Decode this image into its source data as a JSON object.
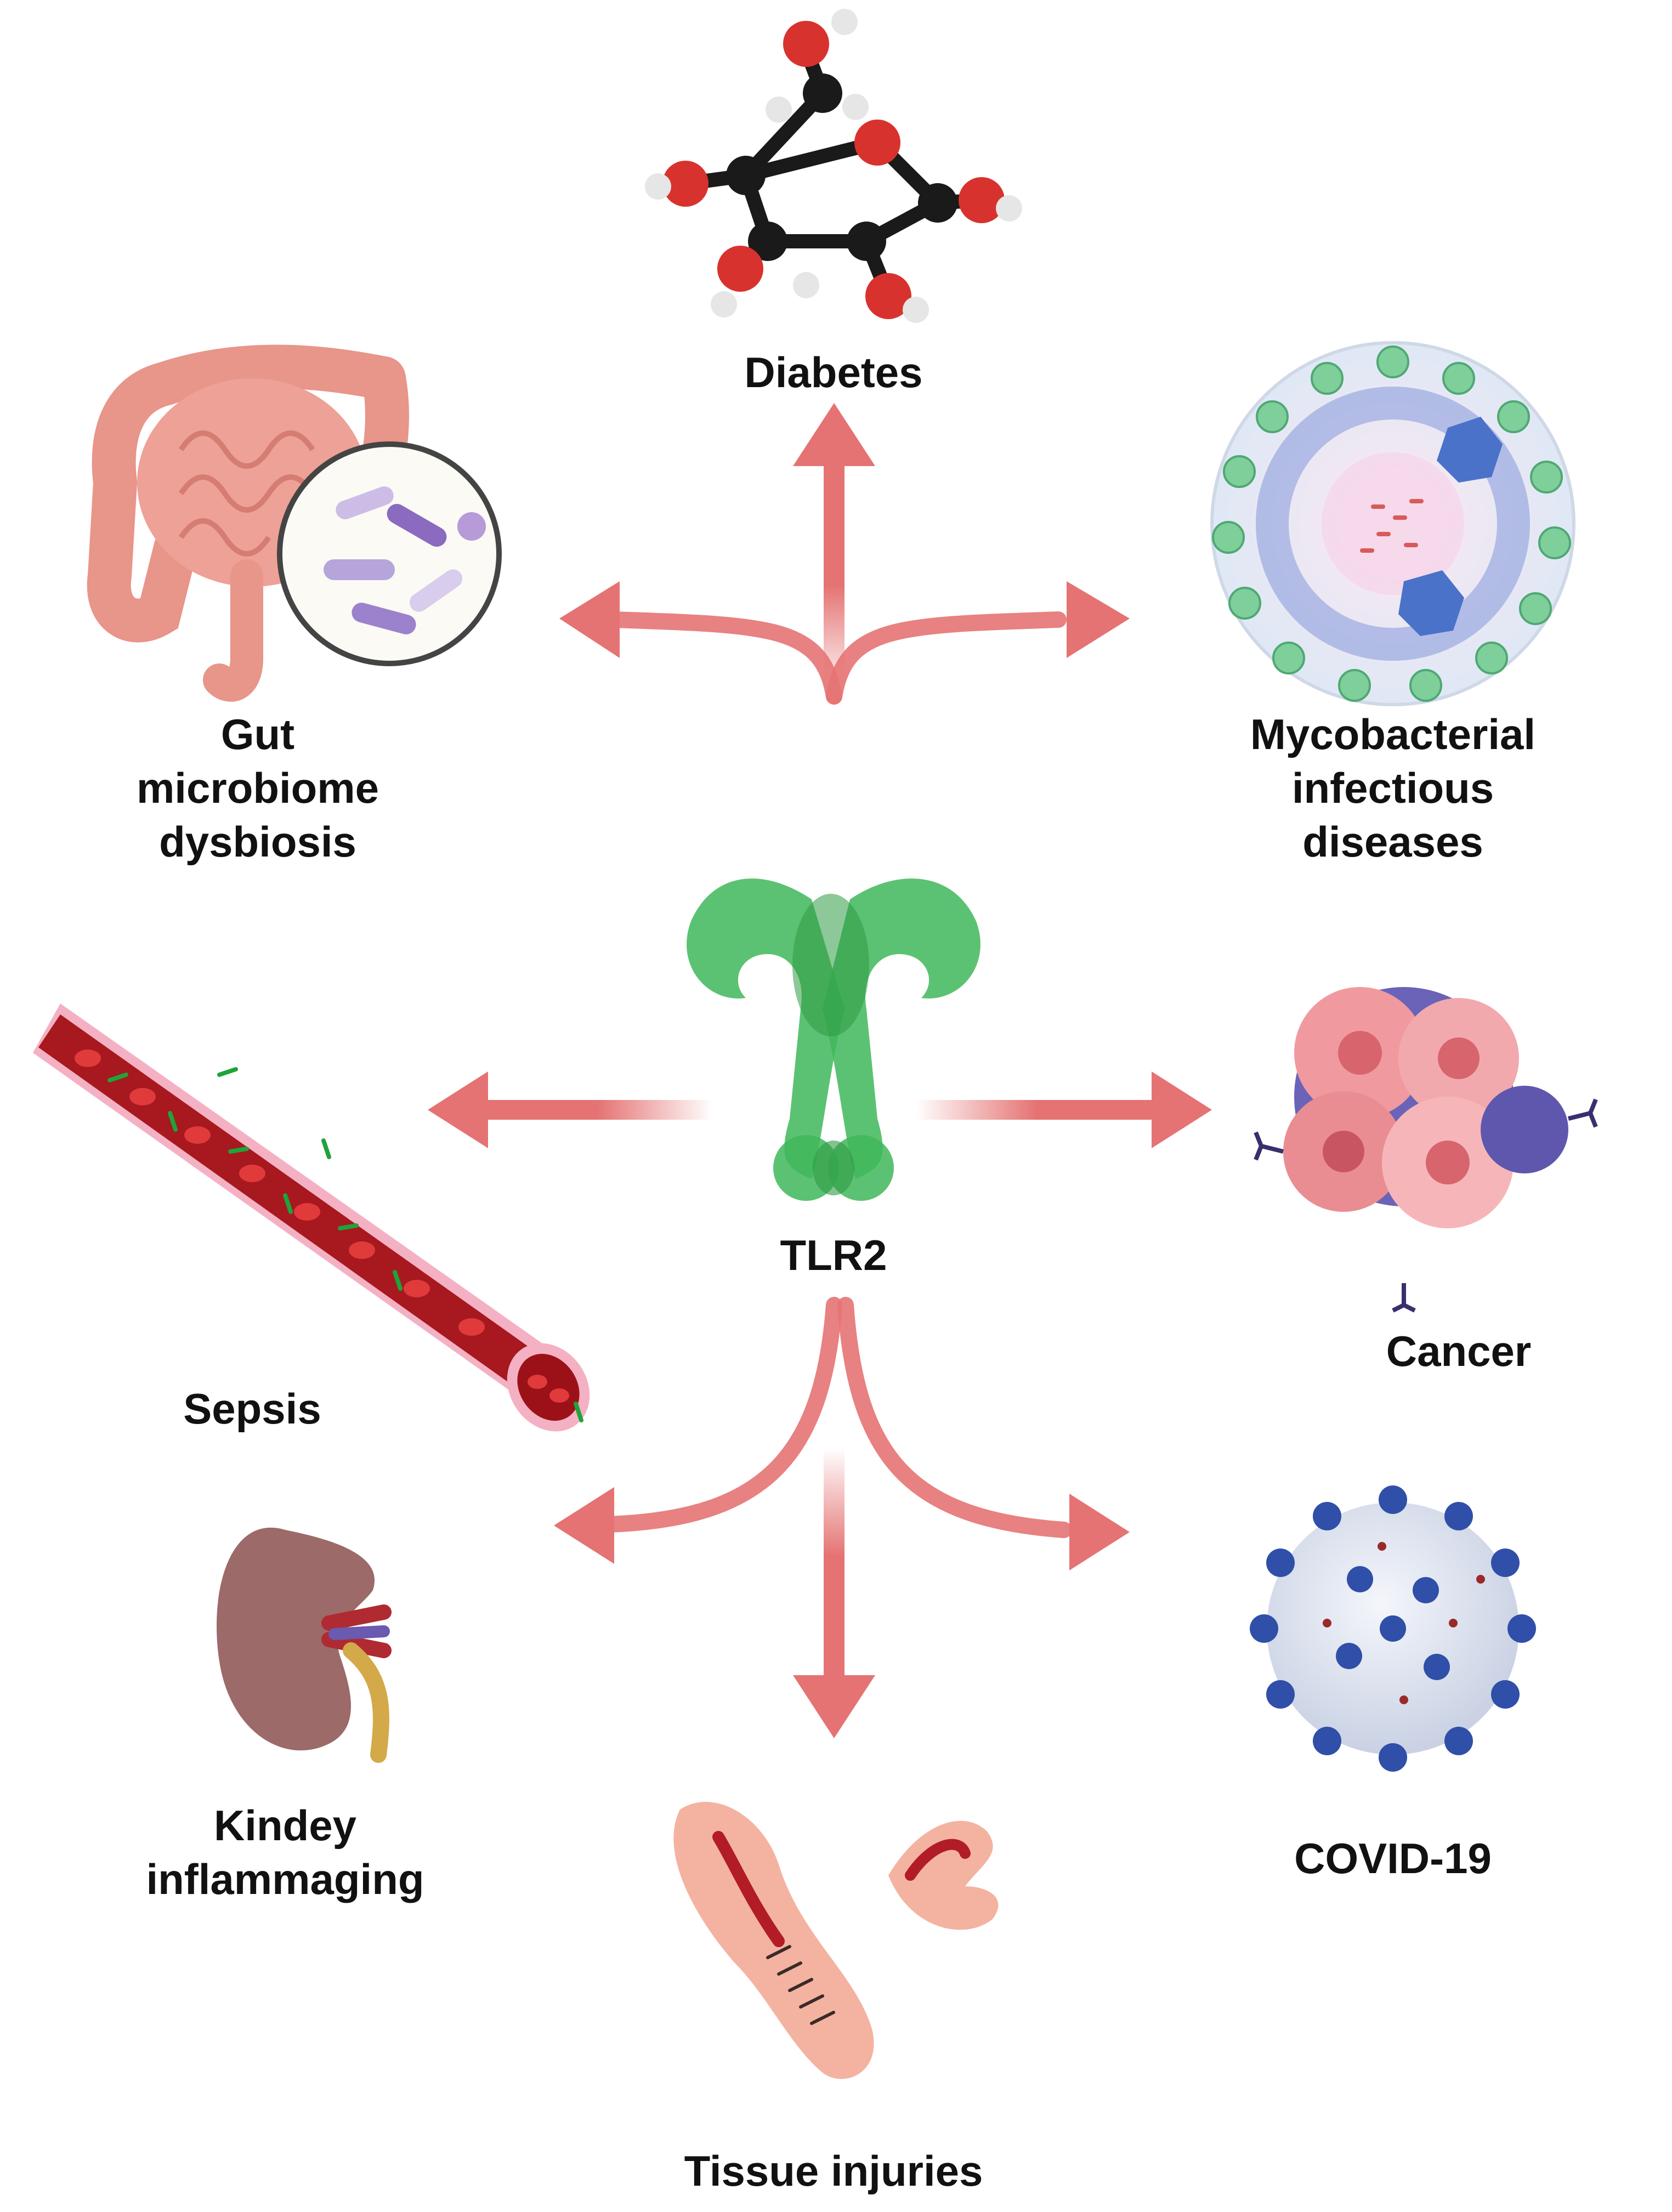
{
  "center": {
    "label": "TLR2"
  },
  "nodes": {
    "diabetes": {
      "lines": [
        "Diabetes"
      ]
    },
    "gut": {
      "lines": [
        "Gut",
        "microbiome",
        "dysbiosis"
      ]
    },
    "myco": {
      "lines": [
        "Mycobacterial",
        "infectious",
        "diseases"
      ]
    },
    "sepsis": {
      "lines": [
        "Sepsis"
      ]
    },
    "cancer": {
      "lines": [
        "Cancer"
      ]
    },
    "kidney": {
      "lines": [
        "Kindey",
        "inflammaging"
      ]
    },
    "covid": {
      "lines": [
        "COVID-19"
      ]
    },
    "tissue": {
      "lines": [
        "Tissue injuries"
      ]
    }
  },
  "colors": {
    "arrow": "#e57373",
    "receptor": "#43b85a",
    "receptor_dark": "#2e9a44"
  }
}
